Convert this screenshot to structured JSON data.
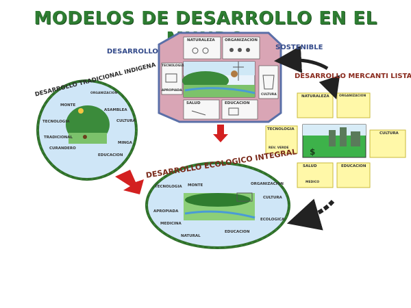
{
  "title": "MODELOS DE DESARROLLO EN EL MUNDO",
  "sostenible": {
    "label_left": "DESARROLLO",
    "label_right": "SOSTENIBLE",
    "tiles": [
      "NATURALEZA",
      "ORGANIZACION",
      "TECNOLOGIA",
      "APROPIADA",
      "CULTURA",
      "SALUD",
      "EDUCACION"
    ]
  },
  "mercantilista": {
    "label": "DESARROLLO MERCANTI LISTA",
    "tiles": [
      "NATURALEZA",
      "ORGANIZACION",
      "TECNOLOGIA",
      "REV. VERDE",
      "CULTURA",
      "SALUD",
      "MEDICO",
      "EDUCACION"
    ]
  },
  "indigena": {
    "label": "DESARROLLO TRADICIONAL INDIGENA",
    "items": [
      "MONTE",
      "ORGANIZACION",
      "ASAMBLEA",
      "TECNOLOGIA",
      "TRADICIONAL",
      "CULTURA",
      "MINGA",
      "CURANDERO",
      "EDUCACION"
    ]
  },
  "ecologico": {
    "label": "DESARROLLO ECOLOGICO INTEGRAL",
    "items": [
      "TECNOLOGIA",
      "MONTE",
      "ORGANIZACION",
      "APROPIADA",
      "CULTURA",
      "ECOLOGICA",
      "MEDICINA",
      "NATURAL",
      "EDUCACION"
    ]
  },
  "colors": {
    "title_green": "#2e7d32",
    "hex_pink": "#d9a5b5",
    "hex_border": "#5a6fa8",
    "tile_yellow": "#fff8a8",
    "arrow_red": "#d32020",
    "oval_blue": "#cfe6f7",
    "vine_green": "#2f6e2a"
  }
}
